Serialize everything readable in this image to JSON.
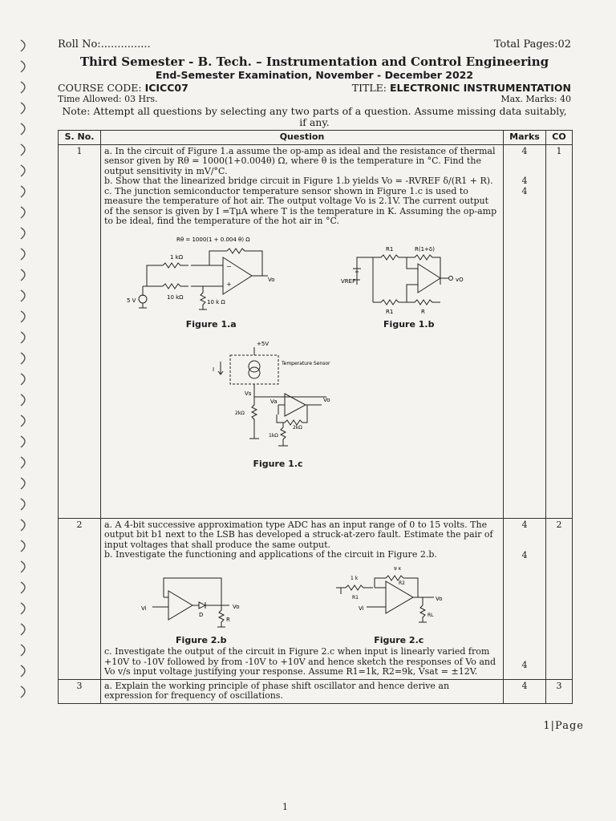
{
  "header": {
    "roll_no": "Roll No:...............",
    "total_pages": "Total Pages:02",
    "title": "Third Semester - B. Tech. – Instrumentation and Control Engineering",
    "exam": "End-Semester Examination, November - December 2022",
    "course_code_label": "COURSE CODE:",
    "course_code": "ICICC07",
    "title_label": "TITLE:",
    "course_title": "ELECTRONIC INSTRUMENTATION",
    "time_allowed": "Time Allowed: 03 Hrs.",
    "max_marks": "Max. Marks: 40",
    "note": "Note: Attempt all questions by selecting any two parts of a question. Assume missing data suitably, if any."
  },
  "table": {
    "headers": {
      "sno": "S. No.",
      "question": "Question",
      "marks": "Marks",
      "co": "CO"
    },
    "q1": {
      "no": "1",
      "co": "1",
      "marks": [
        "4",
        "",
        "",
        "4",
        "4"
      ],
      "a": "a. In the circuit of Figure 1.a assume the op-amp as ideal and the resistance of thermal sensor given by Rθ = 1000(1+0.004θ) Ω, where θ is the temperature in °C. Find the output sensitivity in mV/°C.",
      "b": "b. Show that the linearized bridge circuit in Figure 1.b yields Vo = -RVREF δ/(R1 + R).",
      "c": "c. The junction semiconductor temperature sensor shown in Figure 1.c is used to measure the temperature of hot air. The output voltage Vo is 2.1V. The current output of the sensor is given by I =TμA where T is the temperature in K. Assuming the op-amp to be ideal, find the temperature of the hot air in °C.",
      "fig_a": {
        "caption": "Figure 1.a",
        "r_theta": "Rθ = 1000(1 + 0.004 θ) Ω",
        "r1": "1 kΩ",
        "r2": "10 kΩ",
        "r3": "10 k Ω",
        "src": "5 V",
        "out": "Vo"
      },
      "fig_b": {
        "caption": "Figure 1.b",
        "r1_top": "R1",
        "r_top": "R(1+δ)",
        "r1_bot": "R1",
        "r_bot": "R",
        "vref": "VREF",
        "out": "vO"
      },
      "fig_c": {
        "caption": "Figure 1.c",
        "supply": "+5V",
        "sensor": "Temperature Sensor",
        "current": "I",
        "vs": "Vs",
        "va": "Va",
        "out": "Vo",
        "r_a": "2kΩ",
        "r_b": "2kΩ",
        "r_c": "1kΩ"
      }
    },
    "q2": {
      "no": "2",
      "co": "2",
      "a": "a. A 4-bit successive approximation type ADC has an input range of 0 to 15 volts. The output bit b1 next to the LSB has developed a struck-at-zero fault. Estimate the pair of input voltages that shall produce the same output.",
      "a_marks": "4",
      "b": "b. Investigate the functioning and applications of the circuit in Figure 2.b.",
      "b_marks": "4",
      "fig_b": {
        "caption": "Figure 2.b",
        "vi": "Vi",
        "d": "D",
        "r": "R",
        "vo": "Vo"
      },
      "fig_c": {
        "caption": "Figure 2.c",
        "r2_val": "9 k",
        "r2": "R2",
        "r1_val": "1 k",
        "r1": "R1",
        "vi": "Vi",
        "rl": "RL",
        "vo": "Vo"
      },
      "c": "c. Investigate the output of the circuit in Figure 2.c when input is linearly varied from +10V to -10V followed by from -10V to +10V and hence sketch the responses of Vo and Vo v/s input voltage justifying your response. Assume R1=1k, R2=9k, Vsat = ±12V.",
      "c_marks": "4"
    },
    "q3": {
      "no": "3",
      "co": "3",
      "a": "a. Explain the working principle of phase shift oscillator and hence derive an expression for frequency of oscillations.",
      "a_marks": "4"
    }
  },
  "footer": {
    "page": "1|Page",
    "number": "1"
  }
}
